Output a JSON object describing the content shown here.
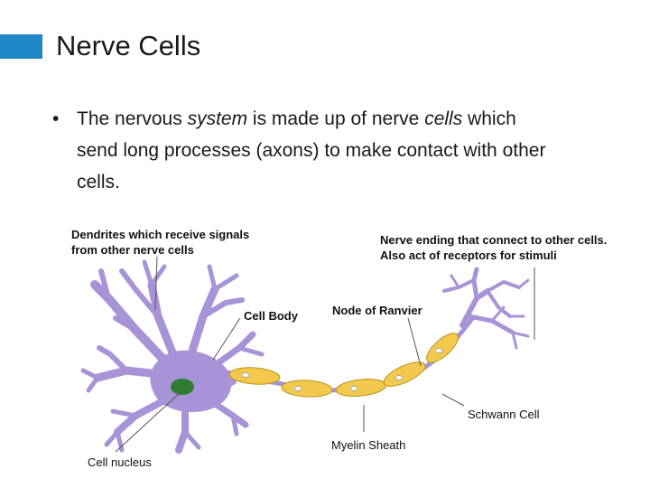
{
  "slide": {
    "title": "Nerve Cells",
    "bullet_symbol": "•",
    "bullet": {
      "part1": "The nervous ",
      "part2_italic": "system",
      "part3": " is made up of nerve ",
      "part4_italic": "cells",
      "part5": " which send long processes (axons) to make contact with other cells."
    }
  },
  "diagram": {
    "labels": {
      "dendrites_line1": "Dendrites which receive signals",
      "dendrites_line2": "from other nerve cells",
      "nerve_ending_line1": "Nerve ending that connect to other cells.",
      "nerve_ending_line2": "Also act of receptors for stimuli",
      "cell_body": "Cell Body",
      "node_of_ranvier": "Node of Ranvier",
      "schwann_cell": "Schwann Cell",
      "myelin_sheath": "Myelin Sheath",
      "cell_nucleus": "Cell nucleus"
    },
    "colors": {
      "neuron": "#a893d8",
      "neuron_outline": "#5b4a8c",
      "myelin": "#f2c94c",
      "myelin_outline": "#9a7a1a",
      "nucleus": "#2e7d32",
      "accent": "#1f86c8"
    }
  }
}
